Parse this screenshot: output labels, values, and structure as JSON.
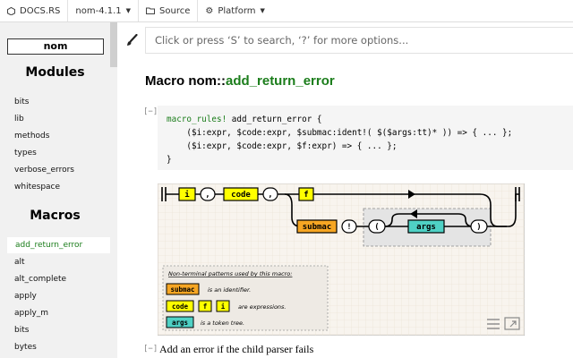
{
  "topbar": {
    "docs_label": "DOCS.RS",
    "crate_version": "nom-4.1.1",
    "source_label": "Source",
    "platform_label": "Platform"
  },
  "sidebar": {
    "crate_name": "nom",
    "modules_heading": "Modules",
    "modules": [
      "bits",
      "lib",
      "methods",
      "types",
      "verbose_errors",
      "whitespace"
    ],
    "macros_heading": "Macros",
    "macros": [
      "add_return_error",
      "alt",
      "alt_complete",
      "apply",
      "apply_m",
      "bits",
      "bytes"
    ],
    "active_macro": "add_return_error"
  },
  "search": {
    "placeholder": "Click or press ‘S’ to search, ‘?’ for more options..."
  },
  "main": {
    "title_prefix": "Macro nom::",
    "title_name": "add_return_error",
    "collapse_toggle": "[−]",
    "code": {
      "line1_kw": "macro_rules!",
      "line1_rest": " add_return_error {",
      "line2": "    ($i:expr, $code:expr, $submac:ident!( $($args:tt)* )) => { ... };",
      "line3": "    ($i:expr, $code:expr, $f:expr) => { ... };",
      "line4": "}"
    },
    "diagram": {
      "tokens": {
        "i": "i",
        "comma1": ",",
        "code": "code",
        "comma2": ",",
        "f": "f",
        "submac": "submac",
        "bang": "!",
        "lparen": "(",
        "args": "args",
        "rparen": ")"
      },
      "legend": {
        "heading": "Non-terminal patterns used by this macro:",
        "submac_token": "submac",
        "submac_desc": "is an identifier.",
        "code_token": "code",
        "f_token": "f",
        "i_token": "i",
        "expr_desc": "are expressions.",
        "args_token": "args",
        "args_desc": "is a token tree."
      }
    },
    "description": "Add an error if the child parser fails",
    "colors": {
      "macro_name": "#1b7d1b",
      "token_yellow": "#ffff00",
      "token_orange": "#f6a623",
      "token_teal": "#4fd1c5"
    },
    "icons": [
      "menu-icon",
      "fullscreen-icon",
      "brush-icon",
      "cube-icon",
      "folder-icon",
      "cog-icon",
      "chevron-down-icon"
    ]
  }
}
